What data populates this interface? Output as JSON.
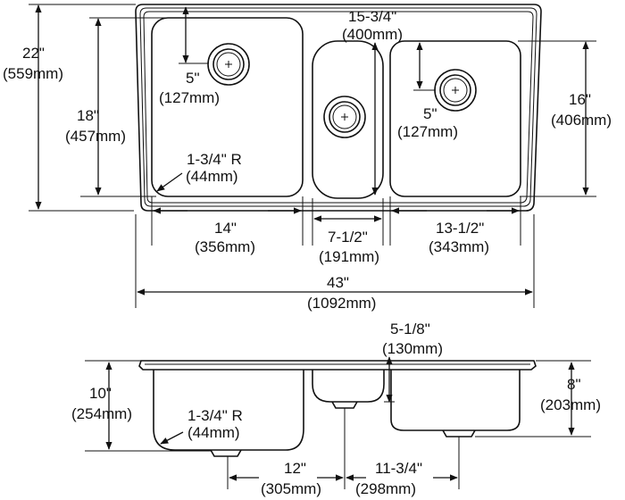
{
  "top_view": {
    "overall_height": {
      "inch": "22\"",
      "mm": "(559mm)"
    },
    "bowl_height_left": {
      "inch": "18\"",
      "mm": "(457mm)"
    },
    "drain_offset_left": {
      "inch": "5\"",
      "mm": "(127mm)"
    },
    "corner_radius": {
      "inch": "1-3/4\" R",
      "mm": "(44mm)"
    },
    "bowl_depth_middle": {
      "inch": "15-3/4\"",
      "mm": "(400mm)"
    },
    "bowl_height_right": {
      "inch": "16\"",
      "mm": "(406mm)"
    },
    "drain_offset_right": {
      "inch": "5\"",
      "mm": "(127mm)"
    },
    "bowl_width_left": {
      "inch": "14\"",
      "mm": "(356mm)"
    },
    "bowl_width_middle": {
      "inch": "7-1/2\"",
      "mm": "(191mm)"
    },
    "bowl_width_right": {
      "inch": "13-1/2\"",
      "mm": "(343mm)"
    },
    "overall_width": {
      "inch": "43\"",
      "mm": "(1092mm)"
    }
  },
  "side_view": {
    "middle_depth": {
      "inch": "5-1/8\"",
      "mm": "(130mm)"
    },
    "left_depth": {
      "inch": "10\"",
      "mm": "(254mm)"
    },
    "right_depth": {
      "inch": "8\"",
      "mm": "(203mm)"
    },
    "corner_radius": {
      "inch": "1-3/4\" R",
      "mm": "(44mm)"
    },
    "drain_spacing_left": {
      "inch": "12\"",
      "mm": "(305mm)"
    },
    "drain_spacing_right": {
      "inch": "11-3/4\"",
      "mm": "(298mm)"
    }
  }
}
